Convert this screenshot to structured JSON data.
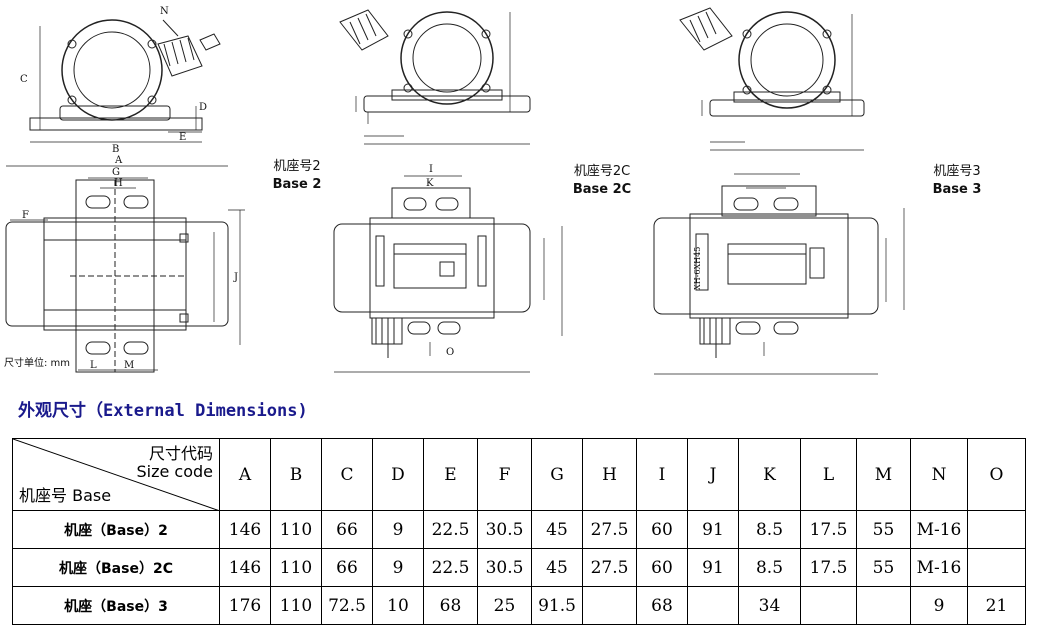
{
  "drawings": {
    "dim_letters": [
      "A",
      "B",
      "C",
      "D",
      "E",
      "F",
      "G",
      "H",
      "I",
      "J",
      "K",
      "L",
      "M",
      "N",
      "O"
    ],
    "unit_note": "尺寸单位: mm",
    "nameplate_code": "XH-6XH45",
    "base_labels": [
      {
        "cn": "机座号2",
        "en": "Base 2"
      },
      {
        "cn": "机座号2C",
        "en": "Base 2C"
      },
      {
        "cn": "机座号3",
        "en": "Base 3"
      }
    ]
  },
  "section": {
    "title": "外观尺寸（External Dimensions)"
  },
  "table": {
    "corner_top_cn": "尺寸代码",
    "corner_top_en": "Size code",
    "corner_bottom": "机座号 Base",
    "columns": [
      "A",
      "B",
      "C",
      "D",
      "E",
      "F",
      "G",
      "H",
      "I",
      "J",
      "K",
      "L",
      "M",
      "N",
      "O"
    ],
    "rows": [
      {
        "base": "机座（Base）2",
        "values": [
          "146",
          "110",
          "66",
          "9",
          "22.5",
          "30.5",
          "45",
          "27.5",
          "60",
          "91",
          "8.5",
          "17.5",
          "55",
          "M-16",
          ""
        ]
      },
      {
        "base": "机座（Base）2C",
        "values": [
          "146",
          "110",
          "66",
          "9",
          "22.5",
          "30.5",
          "45",
          "27.5",
          "60",
          "91",
          "8.5",
          "17.5",
          "55",
          "M-16",
          ""
        ]
      },
      {
        "base": "机座（Base）3",
        "values": [
          "176",
          "110",
          "72.5",
          "10",
          "68",
          "25",
          "91.5",
          "",
          "68",
          "",
          "34",
          "",
          "",
          "9",
          "21"
        ]
      }
    ]
  }
}
